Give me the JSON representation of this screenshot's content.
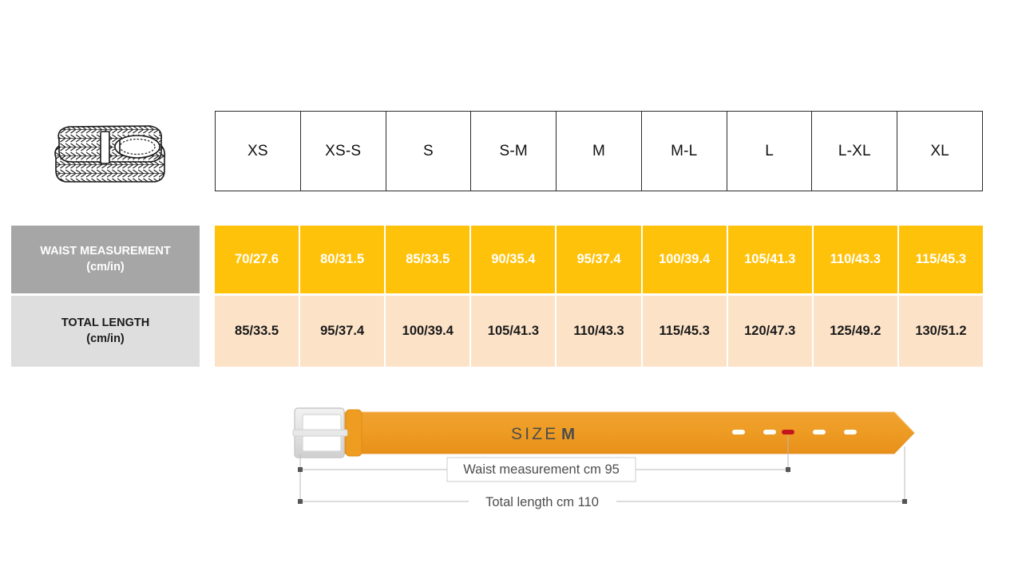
{
  "product_icon": {
    "name": "woven-belt-illustration"
  },
  "size_table": {
    "sizes": [
      "XS",
      "XS-S",
      "S",
      "S-M",
      "M",
      "M-L",
      "L",
      "L-XL",
      "XL"
    ],
    "rows": [
      {
        "label": "WAIST MEASUREMENT",
        "unit": "(cm/in)",
        "values": [
          "70/27.6",
          "80/31.5",
          "85/33.5",
          "90/35.4",
          "95/37.4",
          "100/39.4",
          "105/41.3",
          "110/43.3",
          "115/45.3"
        ]
      },
      {
        "label": "TOTAL LENGTH",
        "unit": "(cm/in)",
        "values": [
          "85/33.5",
          "95/37.4",
          "100/39.4",
          "105/41.3",
          "110/43.3",
          "115/45.3",
          "120/47.3",
          "125/49.2",
          "130/51.2"
        ]
      }
    ]
  },
  "belt_diagram": {
    "size_prefix": "SIZE",
    "size_value": "M",
    "waist_dimension_label": "Waist measurement cm 95",
    "total_dimension_label": "Total length cm 110",
    "holes_total": 5,
    "selected_hole_index": 3
  },
  "colors": {
    "waist_row_bg": "#ffc20a",
    "length_row_bg": "#fce3c8",
    "waist_label_bg": "#a6a6a6",
    "length_label_bg": "#dedede",
    "belt_strap": "#ee9c24",
    "belt_buckle": "#e3e3e3",
    "selected_hole": "#c4161c",
    "table_border": "#2b2b2b"
  }
}
